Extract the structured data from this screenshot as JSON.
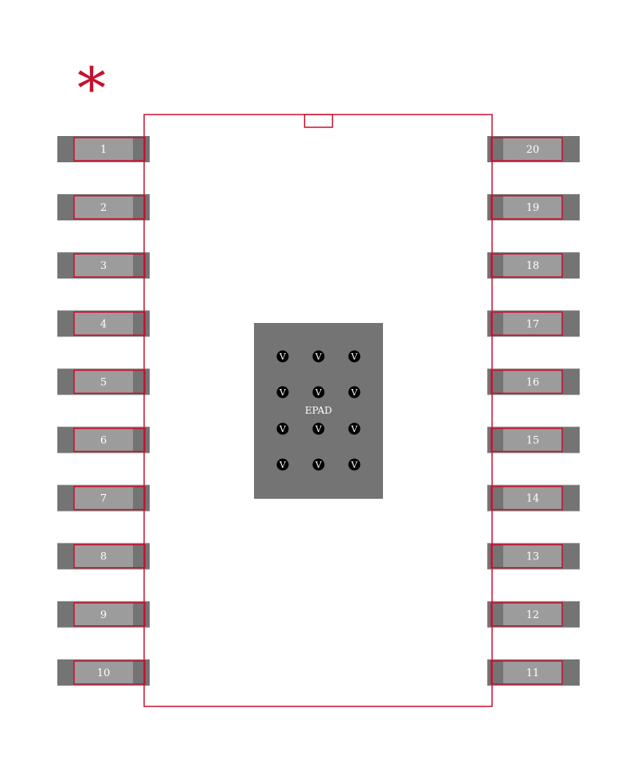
{
  "footprint": {
    "pin1_marker": "*",
    "left_pins": [
      "1",
      "2",
      "3",
      "4",
      "5",
      "6",
      "7",
      "8",
      "9",
      "10"
    ],
    "right_pins": [
      "20",
      "19",
      "18",
      "17",
      "16",
      "15",
      "14",
      "13",
      "12",
      "11"
    ],
    "epad_label": "EPAD",
    "via_label": "V",
    "via_rows": 4,
    "via_cols": 3
  },
  "colors": {
    "outline": "#c8102e",
    "pad_dark": "#747474",
    "pad_light": "#9c9c9c",
    "epad": "#747474",
    "via": "#000000",
    "text": "#ffffff"
  }
}
